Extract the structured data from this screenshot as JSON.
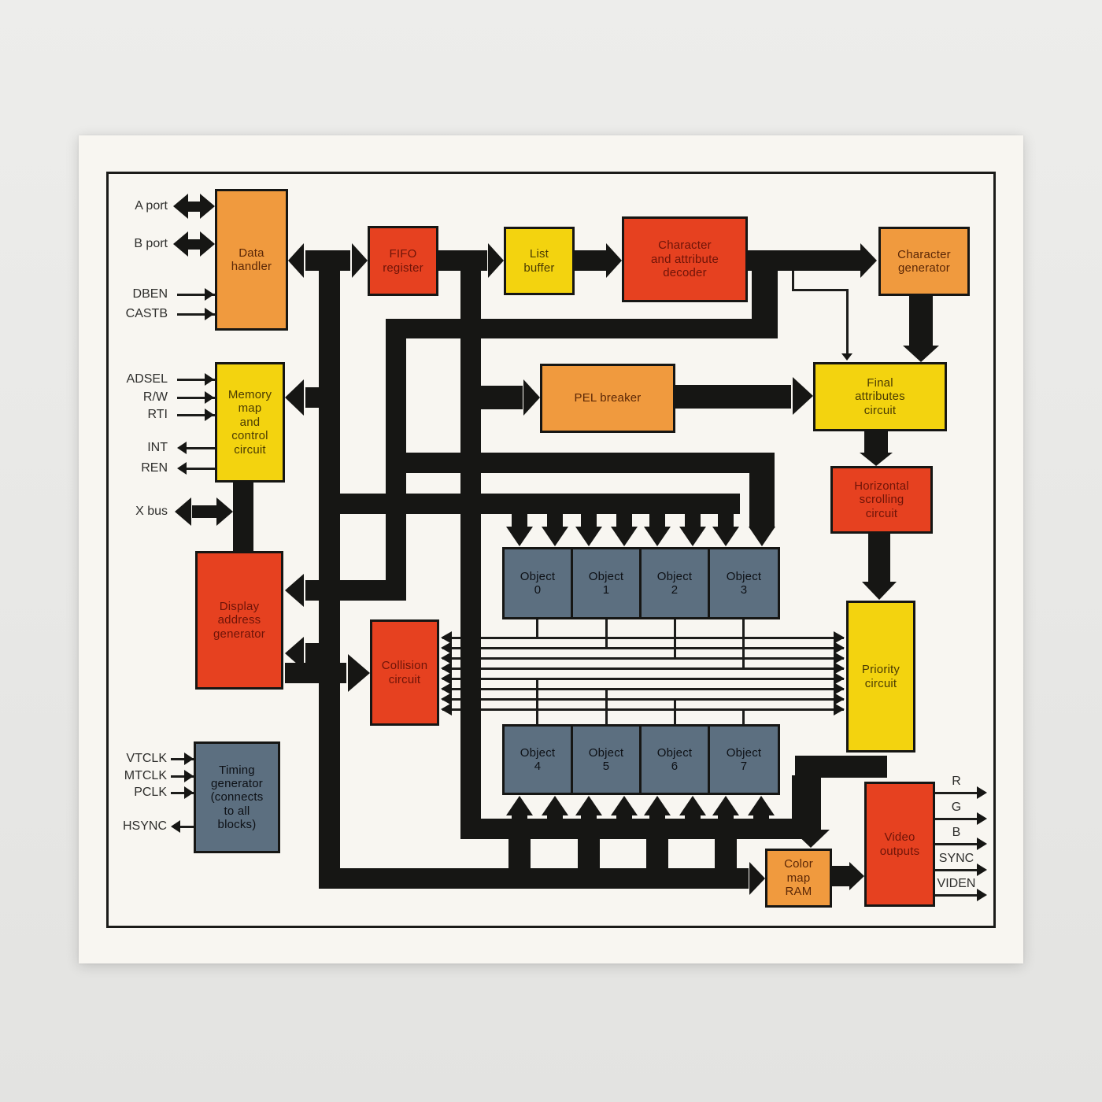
{
  "palette": {
    "orange": "#F09A3E",
    "red": "#E64120",
    "yellow": "#F3D30F",
    "slate": "#5C6F80",
    "ink": "#161614",
    "card_background": "#F8F6F1",
    "backdrop": "#E7E7E5",
    "text_on_orange": "#5B2706",
    "text_on_red": "#6E1408",
    "text_on_yellow": "#4A3B03",
    "text_on_slate": "#0D1015",
    "port_text": "#2E2E2C"
  },
  "blocks": [
    {
      "id": "data-handler",
      "color": "orange",
      "label": "Data\nhandler"
    },
    {
      "id": "fifo-register",
      "color": "red",
      "label": "FIFO\nregister"
    },
    {
      "id": "list-buffer",
      "color": "yellow",
      "label": "List\nbuffer"
    },
    {
      "id": "char-attr-decoder",
      "color": "red",
      "label": "Character\nand attribute\ndecoder"
    },
    {
      "id": "char-generator",
      "color": "orange",
      "label": "Character\ngenerator"
    },
    {
      "id": "memory-map",
      "color": "yellow",
      "label": "Memory\nmap\nand\ncontrol\ncircuit"
    },
    {
      "id": "pel-breaker",
      "color": "orange",
      "label": "PEL breaker"
    },
    {
      "id": "final-attributes",
      "color": "yellow",
      "label": "Final\nattributes\ncircuit"
    },
    {
      "id": "horizontal-scrolling",
      "color": "red",
      "label": "Horizontal\nscrolling\ncircuit"
    },
    {
      "id": "display-address-generator",
      "color": "red",
      "label": "Display\naddress\ngenerator"
    },
    {
      "id": "collision-circuit",
      "color": "red",
      "label": "Collision\ncircuit"
    },
    {
      "id": "object-0",
      "color": "slate",
      "label": "Object\n0"
    },
    {
      "id": "object-1",
      "color": "slate",
      "label": "Object\n1"
    },
    {
      "id": "object-2",
      "color": "slate",
      "label": "Object\n2"
    },
    {
      "id": "object-3",
      "color": "slate",
      "label": "Object\n3"
    },
    {
      "id": "object-4",
      "color": "slate",
      "label": "Object\n4"
    },
    {
      "id": "object-5",
      "color": "slate",
      "label": "Object\n5"
    },
    {
      "id": "object-6",
      "color": "slate",
      "label": "Object\n6"
    },
    {
      "id": "object-7",
      "color": "slate",
      "label": "Object\n7"
    },
    {
      "id": "priority-circuit",
      "color": "yellow",
      "label": "Priority\ncircuit"
    },
    {
      "id": "timing-generator",
      "color": "slate",
      "label": "Timing\ngenerator\n(connects\nto all\nblocks)"
    },
    {
      "id": "color-map-ram",
      "color": "orange",
      "label": "Color\nmap\nRAM"
    },
    {
      "id": "video-outputs",
      "color": "red",
      "label": "Video\noutputs"
    }
  ],
  "ports_left": [
    {
      "id": "a-port",
      "label": "A port",
      "direction": "bidirectional"
    },
    {
      "id": "b-port",
      "label": "B port",
      "direction": "bidirectional"
    },
    {
      "id": "dben",
      "label": "DBEN",
      "direction": "in"
    },
    {
      "id": "castb",
      "label": "CASTB",
      "direction": "in"
    },
    {
      "id": "adsel",
      "label": "ADSEL",
      "direction": "in"
    },
    {
      "id": "rw",
      "label": "R/W",
      "direction": "in"
    },
    {
      "id": "rti",
      "label": "RTI",
      "direction": "in"
    },
    {
      "id": "int",
      "label": "INT",
      "direction": "out"
    },
    {
      "id": "ren",
      "label": "REN",
      "direction": "out"
    },
    {
      "id": "x-bus",
      "label": "X bus",
      "direction": "bidirectional"
    },
    {
      "id": "vtclk",
      "label": "VTCLK",
      "direction": "in"
    },
    {
      "id": "mtclk",
      "label": "MTCLK",
      "direction": "in"
    },
    {
      "id": "pclk",
      "label": "PCLK",
      "direction": "in"
    },
    {
      "id": "hsync",
      "label": "HSYNC",
      "direction": "out"
    }
  ],
  "outputs_right": [
    {
      "id": "r",
      "label": "R"
    },
    {
      "id": "g",
      "label": "G"
    },
    {
      "id": "b",
      "label": "B"
    },
    {
      "id": "sync",
      "label": "SYNC"
    },
    {
      "id": "viden",
      "label": "VIDEN"
    }
  ]
}
